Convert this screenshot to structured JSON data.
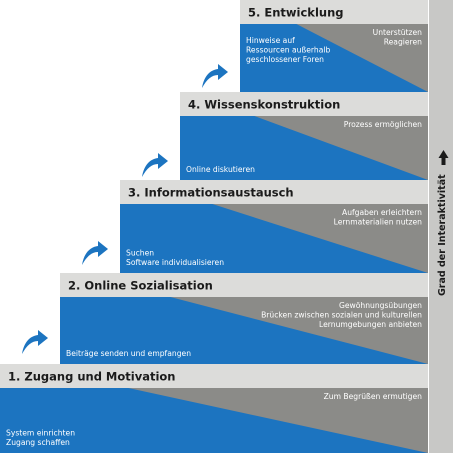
{
  "colors": {
    "blue": "#1c74c0",
    "grey": "#8b8b88",
    "header": "#dcdcda",
    "axis_bar": "#c8c8c6",
    "arrow": "#1c74c0"
  },
  "axis_label": "Grad der Interaktivität",
  "axis_icon": "up-arrow-icon",
  "steps": [
    {
      "title": "1. Zugang und Motivation",
      "blue_lines": [
        "System einrichten",
        "Zugang schaffen"
      ],
      "grey_lines": [
        "Zum Begrüßen ermutigen"
      ]
    },
    {
      "title": "2. Online Sozialisation",
      "blue_lines": [
        "Beiträge senden und empfangen"
      ],
      "grey_lines": [
        "Gewöhnungsübungen",
        "Brücken zwischen sozialen und kulturellen",
        "Lernumgebungen anbieten"
      ]
    },
    {
      "title": "3. Informationsaustausch",
      "blue_lines": [
        "Suchen",
        "Software individualisieren"
      ],
      "grey_lines": [
        "Aufgaben erleichtern",
        "Lernmaterialien nutzen"
      ]
    },
    {
      "title": "4. Wissenskonstruktion",
      "blue_lines": [
        "Online diskutieren"
      ],
      "grey_lines": [
        "Prozess ermöglichen"
      ]
    },
    {
      "title": "5. Entwicklung",
      "blue_lines": [
        "Hinweise auf",
        "Ressourcen außerhalb",
        "geschlossener Foren"
      ],
      "grey_lines": [
        "Unterstützen",
        "Reagieren"
      ]
    }
  ]
}
